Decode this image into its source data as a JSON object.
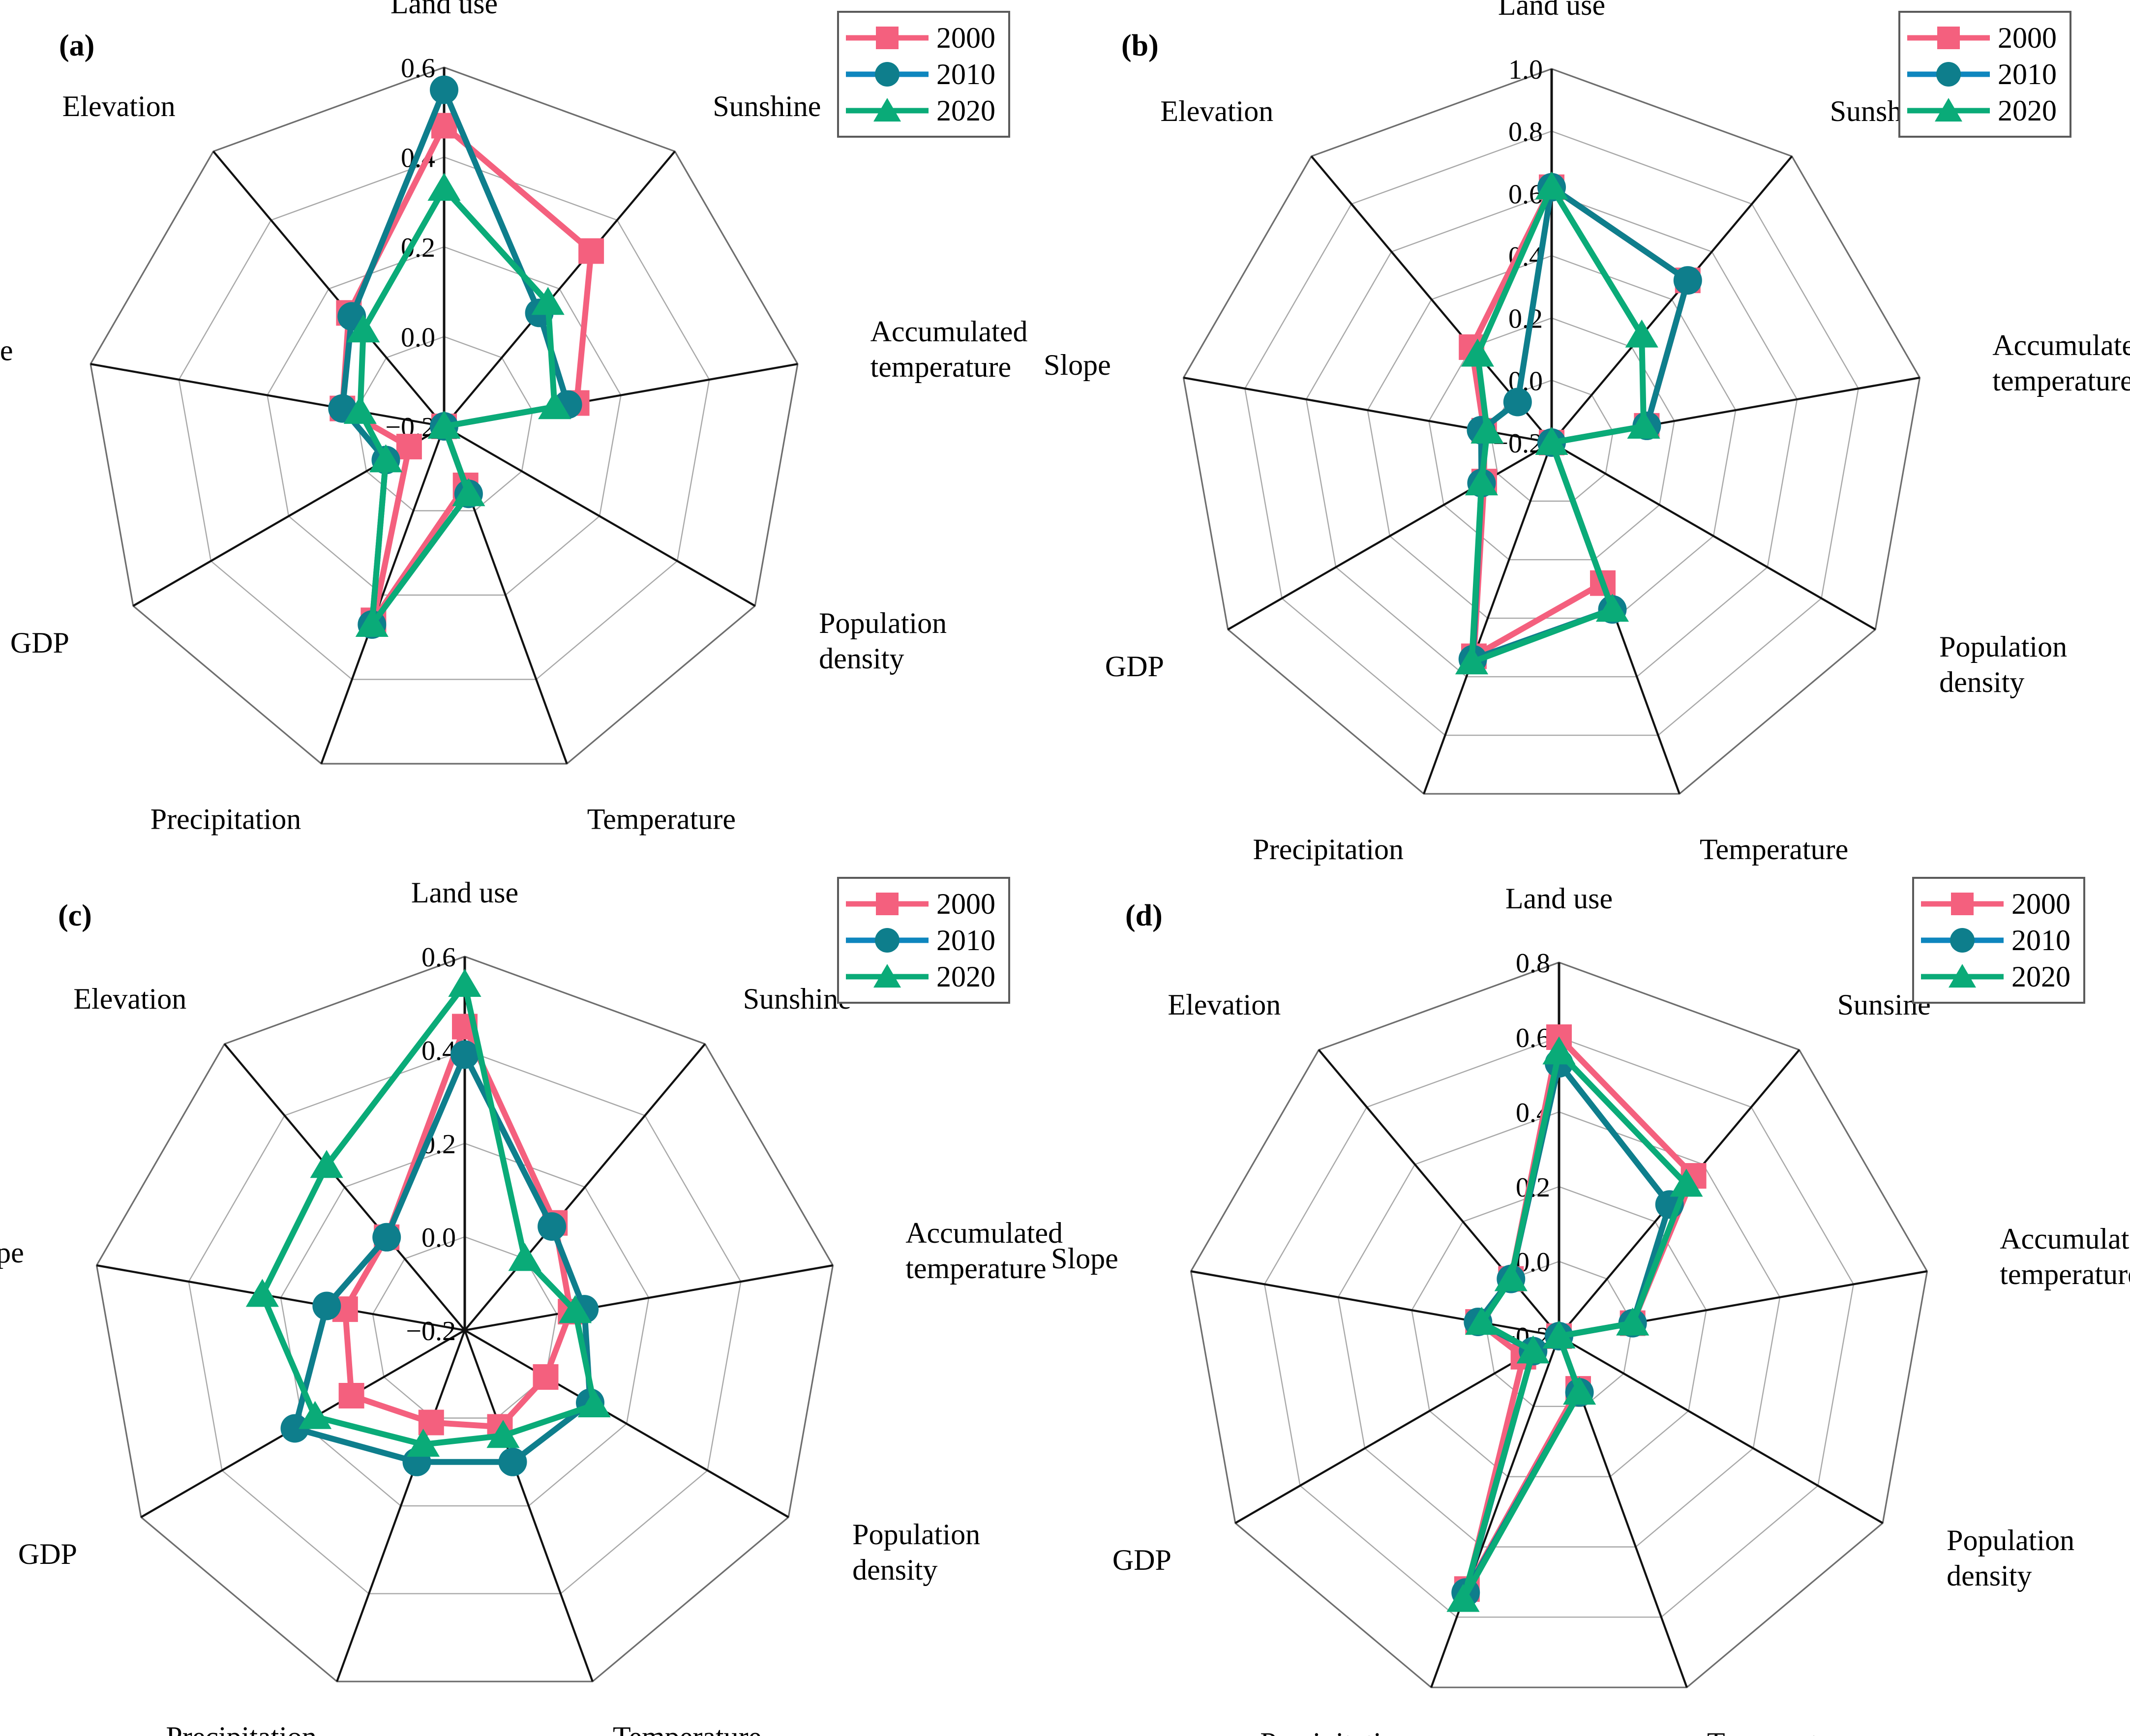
{
  "figure": {
    "panels": [
      "a",
      "b",
      "c",
      "d"
    ],
    "font_note": "serif",
    "series_styles": {
      "2000": {
        "color": "#F4607E",
        "marker": "square"
      },
      "2010": {
        "line_color": "#0E86BE",
        "marker_color": "#0E7E8C",
        "marker": "circle"
      },
      "2020": {
        "color": "#0AAB78",
        "marker": "triangle"
      }
    },
    "grid_color": "#9a9a9a",
    "spoke_color": "#000000"
  },
  "legend": {
    "entries": [
      {
        "label": "2000",
        "color": "#F4607E",
        "marker": "square"
      },
      {
        "label": "2010",
        "color": "#0E86BE",
        "marker_color": "#0E7E8C",
        "marker": "circle"
      },
      {
        "label": "2020",
        "color": "#0AAB78",
        "marker": "triangle"
      }
    ]
  },
  "panel_a": {
    "tag": "(a)",
    "chart_data": {
      "type": "radar",
      "title": "",
      "categories": [
        "Land use",
        "Sunshine",
        "Accumulated temperature",
        "Population density",
        "Temperature",
        "Precipitation",
        "GDP",
        "Slope",
        "Elevation"
      ],
      "rlim": [
        -0.2,
        0.6
      ],
      "rticks": [
        0.6,
        0.4,
        0.2,
        0.0,
        -0.2
      ],
      "rtick_labels": [
        "0.6",
        "0.4",
        "0.2",
        "0.0",
        "−0.2"
      ],
      "grid": true,
      "legend_position": "top-right",
      "series": [
        {
          "name": "2000",
          "values": [
            0.47,
            0.31,
            0.1,
            -0.2,
            -0.06,
            0.26,
            -0.11,
            0.03,
            0.13
          ]
        },
        {
          "name": "2010",
          "values": [
            0.55,
            0.13,
            0.08,
            -0.2,
            -0.04,
            0.27,
            -0.05,
            0.03,
            0.12
          ]
        },
        {
          "name": "2020",
          "values": [
            0.33,
            0.16,
            0.05,
            -0.2,
            -0.04,
            0.27,
            -0.05,
            -0.01,
            0.08
          ]
        }
      ]
    }
  },
  "panel_b": {
    "tag": "(b)",
    "chart_data": {
      "type": "radar",
      "title": "",
      "categories": [
        "Land use",
        "Sunshine",
        "Accumulated temperature",
        "Population density",
        "Temperature",
        "Precipitation",
        "GDP",
        "Slope",
        "Elevation"
      ],
      "rlim": [
        -0.2,
        1.0
      ],
      "rticks": [
        1.0,
        0.8,
        0.6,
        0.4,
        0.2,
        0.0,
        -0.2
      ],
      "rtick_labels": [
        "1.0",
        "0.8",
        "0.6",
        "0.4",
        "0.2",
        "0.0",
        "−0.2"
      ],
      "grid": true,
      "legend_position": "top-right",
      "series": [
        {
          "name": "2000",
          "values": [
            0.62,
            0.48,
            0.11,
            -0.2,
            0.28,
            0.53,
            0.05,
            0.02,
            0.2
          ]
        },
        {
          "name": "2010",
          "values": [
            0.62,
            0.48,
            0.11,
            -0.2,
            0.37,
            0.54,
            0.06,
            0.03,
            -0.03
          ]
        },
        {
          "name": "2020",
          "values": [
            0.62,
            0.25,
            0.1,
            -0.2,
            0.37,
            0.55,
            0.06,
            0.01,
            0.17
          ]
        }
      ]
    }
  },
  "panel_c": {
    "tag": "(c)",
    "chart_data": {
      "type": "radar",
      "title": "",
      "categories": [
        "Land use",
        "Sunshine",
        "Accumulated temperature",
        "Population density",
        "Temperature",
        "Precipitation",
        "GDP",
        "Slope",
        "Elevation"
      ],
      "rlim": [
        -0.2,
        0.6
      ],
      "rticks": [
        0.6,
        0.4,
        0.2,
        0.0,
        -0.2
      ],
      "rtick_labels": [
        "0.6",
        "0.4",
        "0.2",
        "0.0",
        "−0.2"
      ],
      "grid": true,
      "legend_position": "top-right",
      "series": [
        {
          "name": "2000",
          "values": [
            0.45,
            0.1,
            0.03,
            0.0,
            0.02,
            0.01,
            0.08,
            0.06,
            0.06
          ]
        },
        {
          "name": "2010",
          "values": [
            0.39,
            0.09,
            0.06,
            0.11,
            0.1,
            0.1,
            0.22,
            0.1,
            0.06
          ]
        },
        {
          "name": "2020",
          "values": [
            0.54,
            0.0,
            0.04,
            0.12,
            0.04,
            0.06,
            0.17,
            0.24,
            0.26
          ]
        }
      ]
    }
  },
  "panel_d": {
    "tag": "(d)",
    "chart_data": {
      "type": "radar",
      "title": "",
      "categories": [
        "Land use",
        "Sunsine",
        "Accumulated temperature",
        "Population density",
        "Temperature",
        "Precipitation",
        "GDP",
        "Slope",
        "Elevation"
      ],
      "rlim": [
        -0.2,
        0.8
      ],
      "rticks": [
        0.8,
        0.6,
        0.4,
        0.2,
        0.0,
        -0.2
      ],
      "rtick_labels": [
        "0.8",
        "0.6",
        "0.4",
        "0.2",
        "0.0",
        "−0.2"
      ],
      "grid": true,
      "legend_position": "top-right",
      "series": [
        {
          "name": "2000",
          "values": [
            0.6,
            0.36,
            0.0,
            -0.2,
            -0.05,
            0.52,
            -0.09,
            0.02,
            0.0
          ]
        },
        {
          "name": "2010",
          "values": [
            0.53,
            0.26,
            0.0,
            -0.2,
            -0.04,
            0.53,
            -0.12,
            0.02,
            0.0
          ]
        },
        {
          "name": "2020",
          "values": [
            0.56,
            0.33,
            0.0,
            -0.2,
            -0.04,
            0.55,
            -0.12,
            0.01,
            0.0
          ]
        }
      ]
    }
  }
}
